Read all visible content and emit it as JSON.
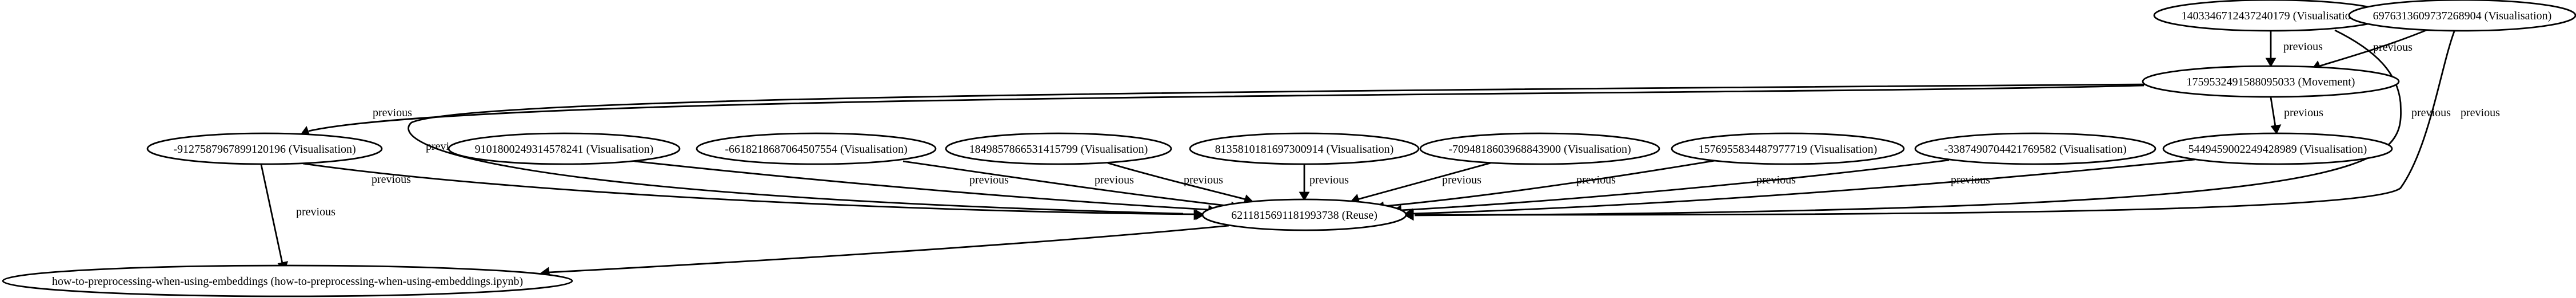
{
  "graph": {
    "nodes": [
      {
        "id": "n1",
        "label": "1403346712437240179 (Visualisation)"
      },
      {
        "id": "n2",
        "label": "6976313609737268904 (Visualisation)"
      },
      {
        "id": "n3",
        "label": "1759532491588095033 (Movement)"
      },
      {
        "id": "n4",
        "label": "-9127587967899120196 (Visualisation)"
      },
      {
        "id": "n5",
        "label": "9101800249314578241 (Visualisation)"
      },
      {
        "id": "n6",
        "label": "-6618218687064507554 (Visualisation)"
      },
      {
        "id": "n7",
        "label": "1849857866531415799 (Visualisation)"
      },
      {
        "id": "n8",
        "label": "8135810181697300914 (Visualisation)"
      },
      {
        "id": "n9",
        "label": "-7094818603968843900 (Visualisation)"
      },
      {
        "id": "n10",
        "label": "1576955834487977719 (Visualisation)"
      },
      {
        "id": "n11",
        "label": "-3387490704421769582 (Visualisation)"
      },
      {
        "id": "n12",
        "label": "5449459002249428989 (Visualisation)"
      },
      {
        "id": "n13",
        "label": "6211815691181993738 (Reuse)"
      },
      {
        "id": "n14",
        "label": "how-to-preprocessing-when-using-embeddings (how-to-preprocessing-when-using-embeddings.ipynb)"
      }
    ],
    "edges": [
      {
        "id": "e1",
        "label": "previous"
      },
      {
        "id": "e2",
        "label": "previous"
      },
      {
        "id": "e3",
        "label": "previous"
      },
      {
        "id": "e4",
        "label": "previous"
      },
      {
        "id": "e5",
        "label": "previous"
      },
      {
        "id": "e6",
        "label": "previous"
      },
      {
        "id": "e7",
        "label": "previous"
      },
      {
        "id": "e8",
        "label": "previous"
      },
      {
        "id": "e9",
        "label": "previous"
      },
      {
        "id": "e10",
        "label": "previous"
      },
      {
        "id": "e11",
        "label": "previous"
      },
      {
        "id": "e12",
        "label": "previous"
      },
      {
        "id": "e13",
        "label": "previous"
      },
      {
        "id": "e14",
        "label": "previous"
      },
      {
        "id": "e15",
        "label": "previous"
      },
      {
        "id": "e16",
        "label": "previous"
      },
      {
        "id": "e17",
        "label": "previous"
      }
    ]
  }
}
